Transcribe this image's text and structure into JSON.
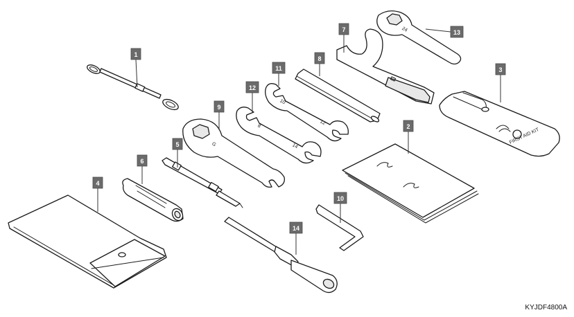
{
  "callouts": {
    "c1": "1",
    "c2": "2",
    "c3": "3",
    "c4": "4",
    "c5": "5",
    "c6": "6",
    "c7": "7",
    "c8": "8",
    "c9": "9",
    "c10": "10",
    "c11": "11",
    "c12": "12",
    "c13": "13",
    "c14": "14"
  },
  "part_markings": {
    "first_aid": "FIRST AID KIT",
    "w9": "G",
    "w12a": "8",
    "w12b": "14",
    "w11a": "10",
    "w11b": "12",
    "w13": "24"
  },
  "figure_code": "KYJDF4800A",
  "colors": {
    "callout_fill": "#6b6b6b",
    "line": "#1a1a1a"
  }
}
